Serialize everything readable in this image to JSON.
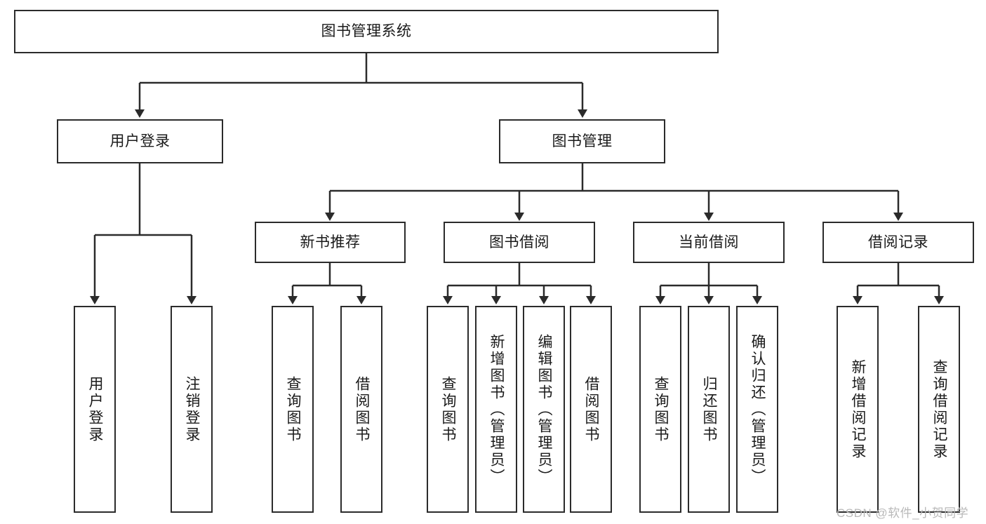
{
  "diagram": {
    "title": "图书管理系统",
    "type": "tree-hierarchy-diagram",
    "watermark": "CSDN @软件_小贺同学",
    "colors": {
      "background": "#ffffff",
      "node_border": "#2b2b2b",
      "node_fill": "#ffffff",
      "connector": "#2b2b2b",
      "text": "#1a1a1a",
      "watermark": "#b9b9b9"
    },
    "nodes": {
      "root": {
        "label": "图书管理系统"
      },
      "level2": [
        {
          "label": "用户登录"
        },
        {
          "label": "图书管理"
        }
      ],
      "level3": [
        {
          "label": "新书推荐"
        },
        {
          "label": "图书借阅"
        },
        {
          "label": "当前借阅"
        },
        {
          "label": "借阅记录"
        }
      ],
      "leaves": {
        "user_login": [
          {
            "label": "用户登录"
          },
          {
            "label": "注销登录"
          }
        ],
        "new_book_recommend": [
          {
            "label": "查询图书"
          },
          {
            "label": "借阅图书"
          }
        ],
        "book_borrow": [
          {
            "label": "查询图书"
          },
          {
            "label": "新增图书（管理员）"
          },
          {
            "label": "编辑图书（管理员）"
          },
          {
            "label": "借阅图书"
          }
        ],
        "current_borrow": [
          {
            "label": "查询图书"
          },
          {
            "label": "归还图书"
          },
          {
            "label": "确认归还（管理员）"
          }
        ],
        "borrow_records": [
          {
            "label": "新增借阅记录"
          },
          {
            "label": "查询借阅记录"
          }
        ]
      }
    }
  }
}
